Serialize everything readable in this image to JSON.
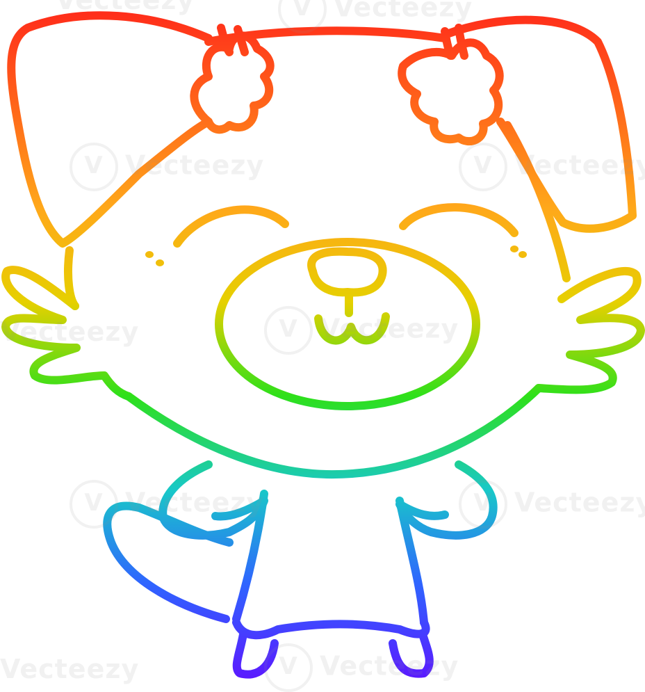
{
  "watermark": {
    "text": "Vecteezy",
    "mark": "V"
  },
  "colors": {
    "red": "#ff2a1a",
    "orange": "#ff8c1a",
    "yellow": "#e6d000",
    "green": "#2ee01a",
    "cyan": "#18c8c8",
    "blue": "#2f64ff",
    "violet": "#5a1aff"
  },
  "illustration": {
    "subject": "dog-cartoon"
  }
}
